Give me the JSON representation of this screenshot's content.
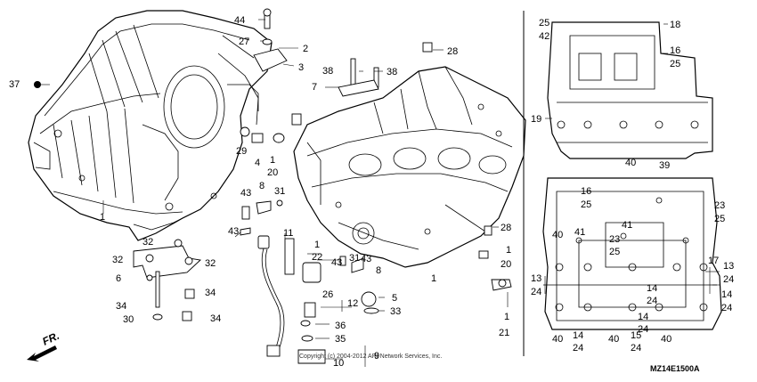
{
  "diagram": {
    "code": "MZ14E1500A",
    "direction_label": "FR.",
    "copyright": "Copyright (c) 2004-2012 ARI Network Services, Inc.",
    "callouts": {
      "c44": "44",
      "c27": "27",
      "c2": "2",
      "c3": "3",
      "c37": "37",
      "c1_left": "1",
      "c38a": "38",
      "c38b": "38",
      "c7": "7",
      "c28a": "28",
      "c29": "29",
      "c4": "4",
      "c1_mid": "1",
      "c20_mid": "20",
      "c43a": "43",
      "c43b": "43",
      "c8a": "8",
      "c31a": "31",
      "c32a": "32",
      "c32b": "32",
      "c32c": "32",
      "c6": "6",
      "c34a": "34",
      "c34b": "34",
      "c34c": "34",
      "c30": "30",
      "c11": "11",
      "c22": "22",
      "c1_22": "1",
      "c43c": "43",
      "c31b": "31",
      "c43d": "43",
      "c8b": "8",
      "c26": "26",
      "c12": "12",
      "c5": "5",
      "c33": "33",
      "c36": "36",
      "c35": "35",
      "c10": "10",
      "c9": "9",
      "c1_crank": "1",
      "c28b": "28",
      "c1_right": "1",
      "c20_right": "20",
      "c1_bot": "1",
      "c21": "21",
      "r25": "25",
      "r42": "42",
      "r18": "18",
      "r16": "16",
      "r25b": "25",
      "r19": "19",
      "r40a": "40",
      "r39": "39",
      "r16b": "16",
      "r25c": "25",
      "r23": "23",
      "r25d": "25",
      "r41a": "41",
      "r41b": "41",
      "r23b": "23",
      "r25e": "25",
      "r40b": "40",
      "r17": "17",
      "r13a": "13",
      "r24a": "24",
      "r13b": "13",
      "r24b": "24",
      "r14a": "14",
      "r24c": "24",
      "r14b": "14",
      "r24d": "24",
      "r40c": "40",
      "r14c": "14",
      "r24e": "24",
      "r40d": "40",
      "r15": "15",
      "r24f": "24",
      "r40e": "40",
      "r14d": "14",
      "r24g": "24"
    }
  }
}
